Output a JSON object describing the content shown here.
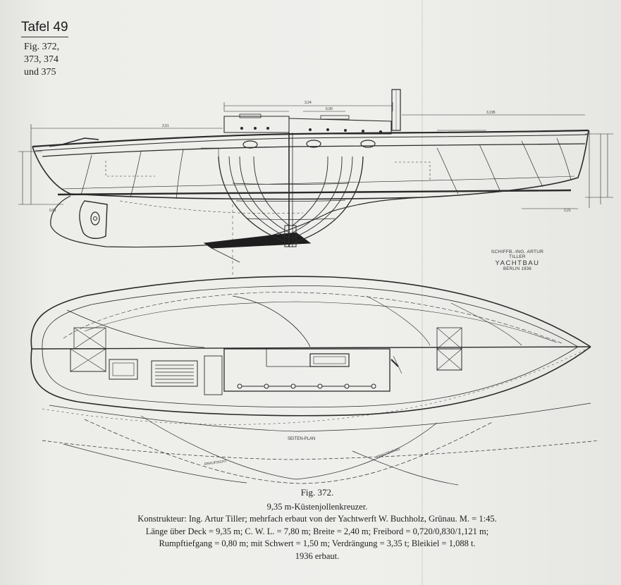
{
  "plate": {
    "title": "Tafel 49",
    "fig_refs": [
      "Fig. 372,",
      "373, 374",
      "und 375"
    ]
  },
  "stamp": {
    "line1": "SCHIFFB.-ING. ARTUR TILLER",
    "line2": "YACHTBAU",
    "line3": "BERLIN 1936"
  },
  "drawing_labels": {
    "dim_top": "3,24",
    "dim_mid": "6,90",
    "dim_left": "2,51",
    "dim_right": "3,195",
    "dim_aft": "0,61",
    "dim_fwd": "2,21",
    "segel_plan": "SEITEN-PLAN",
    "curve_a": "DRAUFSICHT",
    "curve_b": "SPANTENRISS"
  },
  "caption": {
    "figure": "Fig. 372.",
    "line1": "9,35 m-Küstenjollenkreuzer.",
    "line2": "Konstrukteur: Ing. Artur Tiller; mehrfach erbaut von der Yachtwerft W. Buchholz, Grünau. M. = 1:45.",
    "line3": "Länge über Deck = 9,35 m; C. W. L. = 7,80 m; Breite = 2,40 m; Freibord = 0,720/0,830/1,121 m;",
    "line4": "Rumpftiefgang = 0,80 m; mit Schwert = 1,50 m; Verdrängung = 3,35 t; Bleikiel = 1,088 t.",
    "line5": "1936 erbaut."
  },
  "colors": {
    "paper": "#ebebe8",
    "ink": "#222222",
    "hull_fill": "#1e1e1e"
  }
}
